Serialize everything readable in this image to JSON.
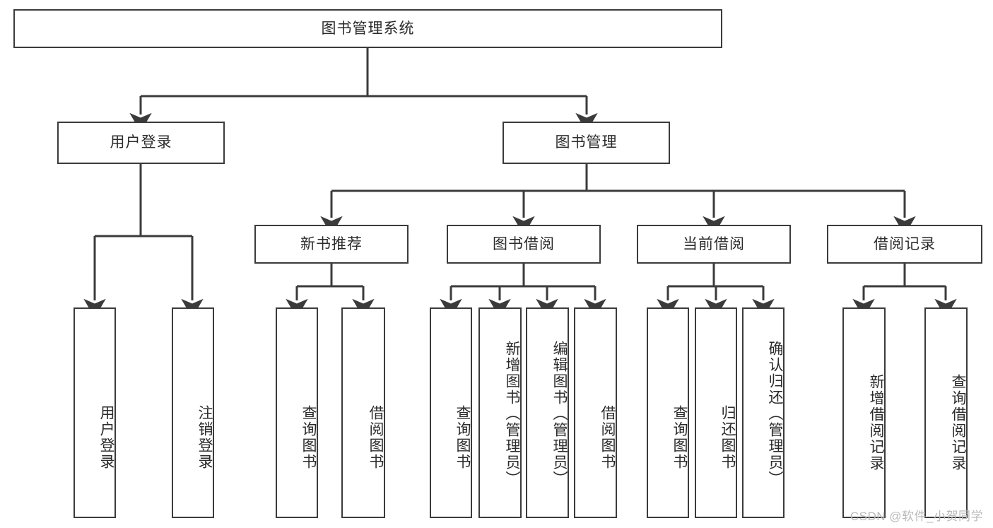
{
  "diagram": {
    "type": "tree-hierarchy-functional-decomposition",
    "root": {
      "id": "root",
      "label": "图书管理系统"
    },
    "level1": [
      {
        "id": "user-login",
        "label": "用户登录"
      },
      {
        "id": "book-management",
        "label": "图书管理"
      }
    ],
    "level2": [
      {
        "id": "new-book-recommend",
        "label": "新书推荐",
        "parent": "book-management"
      },
      {
        "id": "book-borrow",
        "label": "图书借阅",
        "parent": "book-management"
      },
      {
        "id": "current-borrow",
        "label": "当前借阅",
        "parent": "book-management"
      },
      {
        "id": "borrow-record",
        "label": "借阅记录",
        "parent": "book-management"
      }
    ],
    "leaves": [
      {
        "id": "leaf-user-login",
        "label": "用户登录",
        "parent": "user-login"
      },
      {
        "id": "leaf-logout-login",
        "label": "注销登录",
        "parent": "user-login"
      },
      {
        "id": "leaf-query-book-1",
        "label": "查询图书",
        "parent": "new-book-recommend"
      },
      {
        "id": "leaf-borrow-book-1",
        "label": "借阅图书",
        "parent": "new-book-recommend"
      },
      {
        "id": "leaf-query-book-2",
        "label": "查询图书",
        "parent": "book-borrow"
      },
      {
        "id": "leaf-add-book",
        "label": "新增图书（管理员）",
        "parent": "book-borrow"
      },
      {
        "id": "leaf-edit-book",
        "label": "编辑图书（管理员）",
        "parent": "book-borrow"
      },
      {
        "id": "leaf-borrow-book-2",
        "label": "借阅图书",
        "parent": "book-borrow"
      },
      {
        "id": "leaf-query-book-3",
        "label": "查询图书",
        "parent": "current-borrow"
      },
      {
        "id": "leaf-return-book",
        "label": "归还图书",
        "parent": "current-borrow"
      },
      {
        "id": "leaf-confirm-return",
        "label": "确认归还（管理员）",
        "parent": "current-borrow"
      },
      {
        "id": "leaf-add-record",
        "label": "新增借阅记录",
        "parent": "borrow-record"
      },
      {
        "id": "leaf-query-record",
        "label": "查询借阅记录",
        "parent": "borrow-record"
      }
    ]
  },
  "watermark": {
    "text": "CSDN @软件_小贺同学"
  },
  "colors": {
    "stroke": "#3b3b3b",
    "background": "#ffffff",
    "text": "#2b2b2b",
    "watermark": "#b9b9b9"
  }
}
